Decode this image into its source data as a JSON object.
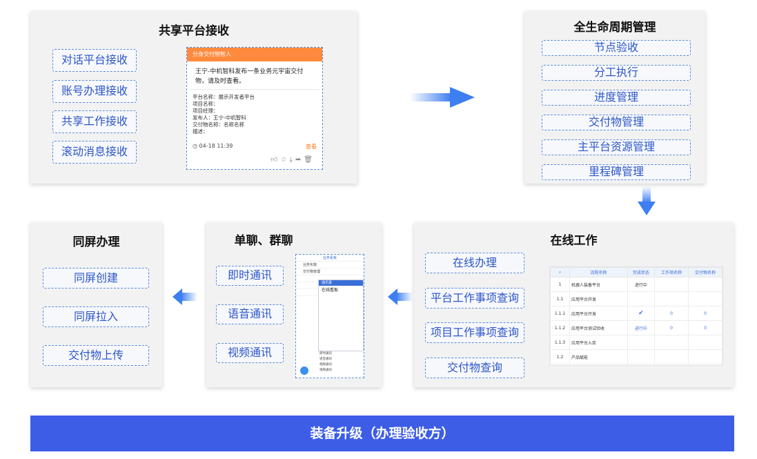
{
  "panels": {
    "share": {
      "title": "共享平台接收",
      "items": [
        "对话平台接收",
        "账号办理接收",
        "共享工作接收",
        "滚动消息接收"
      ],
      "card": {
        "header": "分身交付物智人",
        "message": "王宁-中机智科发布一条业务元宇宙交付物，请及时查看。",
        "lines": [
          "平台名称：展示开发者平台",
          "项目名称：",
          "项目经理：",
          "发布人：王宁-中机智科",
          "交付物名称：名称名称",
          "描述："
        ],
        "time": "04-18 11:39",
        "view": "查看"
      }
    },
    "lifecycle": {
      "title": "全生命周期管理",
      "items": [
        "节点验收",
        "分工执行",
        "进度管理",
        "交付物管理",
        "主平台资源管理",
        "里程碑管理"
      ]
    },
    "online": {
      "title": "在线工作",
      "items": [
        "在线办理",
        "平台工作事项查询",
        "项目工作事项查询",
        "交付物查询"
      ],
      "table": {
        "headers": [
          "",
          "流程名称",
          "完成状态",
          "工作项名称",
          "交付物名称"
        ],
        "rows": [
          [
            "1",
            "机器人装备平台",
            "进行中",
            "",
            ""
          ],
          [
            "1.1",
            "应用平台开发",
            "",
            "",
            ""
          ],
          [
            "1.1.1",
            "应用平台开发",
            "✔",
            "0",
            "0"
          ],
          [
            "1.1.2",
            "应用平台测试验收",
            "进行中",
            "0",
            "0"
          ],
          [
            "1.1.3",
            "应用平台入库",
            "",
            "",
            ""
          ],
          [
            "1.2",
            "产品赋能",
            "",
            "",
            ""
          ]
        ]
      }
    },
    "chat": {
      "title": "单聊、群聊",
      "items": [
        "即时通讯",
        "语音通讯",
        "视频通讯"
      ],
      "mock": {
        "top": "业务看板",
        "rows": [
          "业务实施",
          "交付物管理",
          "",
          "",
          ""
        ],
        "popup_bar": "通讯录",
        "popup_title": "在线看板",
        "list": [
          "即时通讯",
          "语音通讯",
          "视频通讯",
          "视频通讯"
        ]
      }
    },
    "screen": {
      "title": "同屏办理",
      "items": [
        "同屏创建",
        "同屏拉入",
        "交付物上传"
      ]
    }
  },
  "banner": "装备升级（办理验收方）",
  "colors": {
    "accent": "#3d5de7",
    "pill_border": "#5a8ad6",
    "pill_text": "#2d56c8",
    "card_header": "#ff8a3d"
  }
}
